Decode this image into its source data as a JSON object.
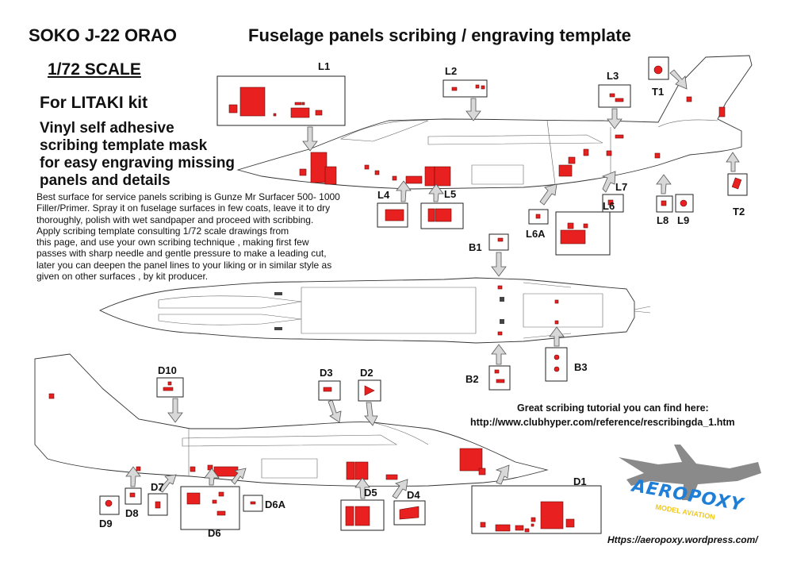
{
  "header": {
    "title_left": "SOKO J-22 ORAO",
    "title_right": "Fuselage panels scribing / engraving template",
    "scale": "1/72 SCALE",
    "kit": "For LITAKI kit"
  },
  "intro": {
    "lines": [
      "Vinyl self adhesive",
      "scribing template mask",
      "for easy engraving missing",
      "panels and details"
    ]
  },
  "instructions": {
    "lines": [
      "Best surface for service panels scribing is Gunze Mr Surfacer 500- 1000",
      "Filler/Primer. Spray it on fuselage surfaces in few coats, leave it to dry",
      "thoroughly, polish with wet sandpaper and proceed with scribbing.",
      "Apply scribing template consulting 1/72 scale drawings from",
      "this page, and use your own scribing technique , making first few",
      "passes with sharp needle and gentle pressure to make a leading cut,",
      "later you can deepen the panel lines to your liking or in similar style as",
      "given on other surfaces , by kit producer."
    ]
  },
  "labels": {
    "L1": "L1",
    "L2": "L2",
    "L3": "L3",
    "T1": "T1",
    "L4": "L4",
    "L5": "L5",
    "L6A": "L6A",
    "L6": "L6",
    "L7": "L7",
    "L8": "L8",
    "L9": "L9",
    "T2": "T2",
    "B1": "B1",
    "B2": "B2",
    "B3": "B3",
    "D10": "D10",
    "D3": "D3",
    "D2": "D2",
    "D7": "D7",
    "D9": "D9",
    "D8": "D8",
    "D6": "D6",
    "D6A": "D6A",
    "D5": "D5",
    "D4": "D4",
    "D1": "D1"
  },
  "tutorial": {
    "line1": "Great scribing tutorial you can find here:",
    "line2": "http://www.clubhyper.com/reference/rescribingda_1.htm"
  },
  "brand": {
    "name": "AEROPOXY",
    "tagline": "MODEL AVIATION",
    "url": "Https://aeropoxy.wordpress.com/"
  },
  "colors": {
    "mask_red": "#e82020",
    "brand_blue": "#1f7fd6",
    "brand_yellow": "#f2c81a"
  }
}
